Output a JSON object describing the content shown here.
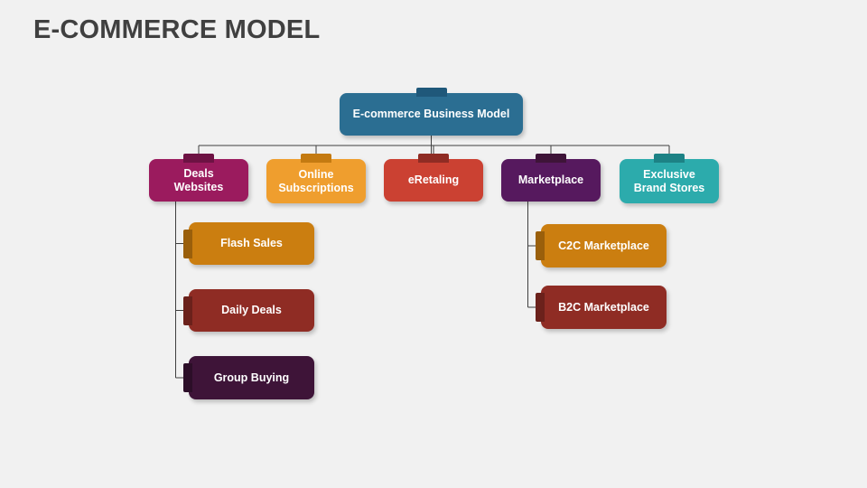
{
  "slide": {
    "title": "E-COMMERCE MODEL",
    "background_color": "#f1f1f1",
    "title_color": "#404040"
  },
  "diagram": {
    "type": "org-chart",
    "root": {
      "label": "E-commerce Business Model",
      "color": "#2b6e92",
      "notch_color": "#1f587a"
    },
    "level2": [
      {
        "key": "deals-websites",
        "label": "Deals\nWebsites",
        "color": "#9b1b5e",
        "notch_color": "#6d1243"
      },
      {
        "key": "online-subscriptions",
        "label": "Online\nSubscriptions",
        "color": "#ef9e2e",
        "notch_color": "#c47a11"
      },
      {
        "key": "eretailing",
        "label": "eRetaling",
        "color": "#cb4132",
        "notch_color": "#8f2c24"
      },
      {
        "key": "marketplace",
        "label": "Marketplace",
        "color": "#56195e",
        "notch_color": "#3e1438"
      },
      {
        "key": "exclusive-brand-stores",
        "label": "Exclusive\nBrand Stores",
        "color": "#2cabac",
        "notch_color": "#1d8285"
      }
    ],
    "level3": [
      {
        "key": "flash-sales",
        "parent": "deals-websites",
        "label": "Flash Sales",
        "color": "#cb7e10",
        "notch_color": "#9a5f0b"
      },
      {
        "key": "daily-deals",
        "parent": "deals-websites",
        "label": "Daily Deals",
        "color": "#8f2c24",
        "notch_color": "#6b211b"
      },
      {
        "key": "group-buying",
        "parent": "deals-websites",
        "label": "Group Buying",
        "color": "#3e1438",
        "notch_color": "#2c0e28"
      },
      {
        "key": "c2c-marketplace",
        "parent": "marketplace",
        "label": "C2C Marketplace",
        "color": "#cb7e10",
        "notch_color": "#9a5f0b"
      },
      {
        "key": "b2c-marketplace",
        "parent": "marketplace",
        "label": "B2C Marketplace",
        "color": "#8f2c24",
        "notch_color": "#6b211b"
      }
    ],
    "connector_color": "#3f3f3f"
  }
}
